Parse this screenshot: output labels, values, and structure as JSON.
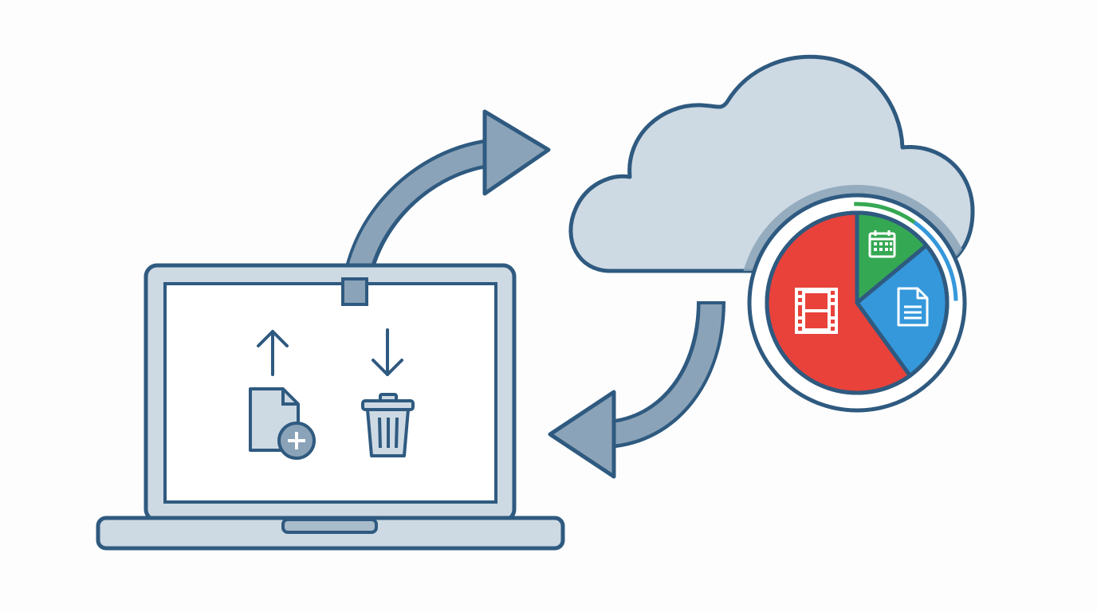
{
  "colors": {
    "outline": "#2f5a80",
    "fill_light": "#cdd9e3",
    "arrow_fill": "#8ba3b8",
    "video_slice": "#e8423b",
    "calendar_slice": "#35a853",
    "document_slice": "#3498db"
  },
  "icons": {
    "laptop": "laptop-icon",
    "upload": "arrow-up-icon",
    "new_file": "file-plus-icon",
    "download": "arrow-down-icon",
    "delete": "trash-icon",
    "cloud": "cloud-icon",
    "video": "film-icon",
    "calendar": "calendar-icon",
    "document": "document-icon"
  },
  "storage_breakdown": [
    {
      "category": "video",
      "share": 0.6
    },
    {
      "category": "calendar",
      "share": 0.14
    },
    {
      "category": "document",
      "share": 0.26
    }
  ]
}
